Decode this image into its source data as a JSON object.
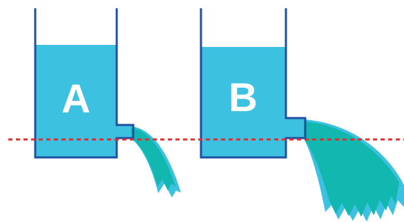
{
  "tanks": [
    {
      "label": "A"
    },
    {
      "label": "B"
    }
  ],
  "colors": {
    "water": "#3cc1e1",
    "outline": "#1f4fa0",
    "stream_main": "#12b8b0",
    "stream_light": "#3cc1e1",
    "reference_line": "#e52b2b",
    "background": "#ffffff"
  },
  "reference_line_style": "dashed"
}
